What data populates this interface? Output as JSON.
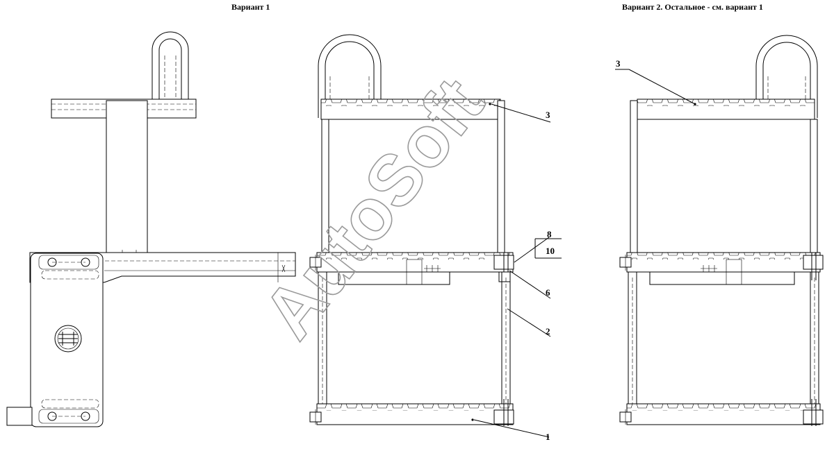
{
  "titles": {
    "variant1": "Вариант 1",
    "variant2": "Вариант 2. Остальное - см. вариант 1"
  },
  "callouts": {
    "v1_top_plate": "3",
    "v1_bolt_upper": "8",
    "v1_washer": "10",
    "v1_nut": "6",
    "v1_side_rail": "2",
    "v1_bottom_step": "1",
    "v2_top_plate": "3"
  },
  "watermark": "AutoSoft",
  "icons": {
    "manufacturer_logo": "factory-logo-icon"
  },
  "colors": {
    "line": "#000000",
    "watermark": "#9a9a9a",
    "background": "#ffffff"
  }
}
